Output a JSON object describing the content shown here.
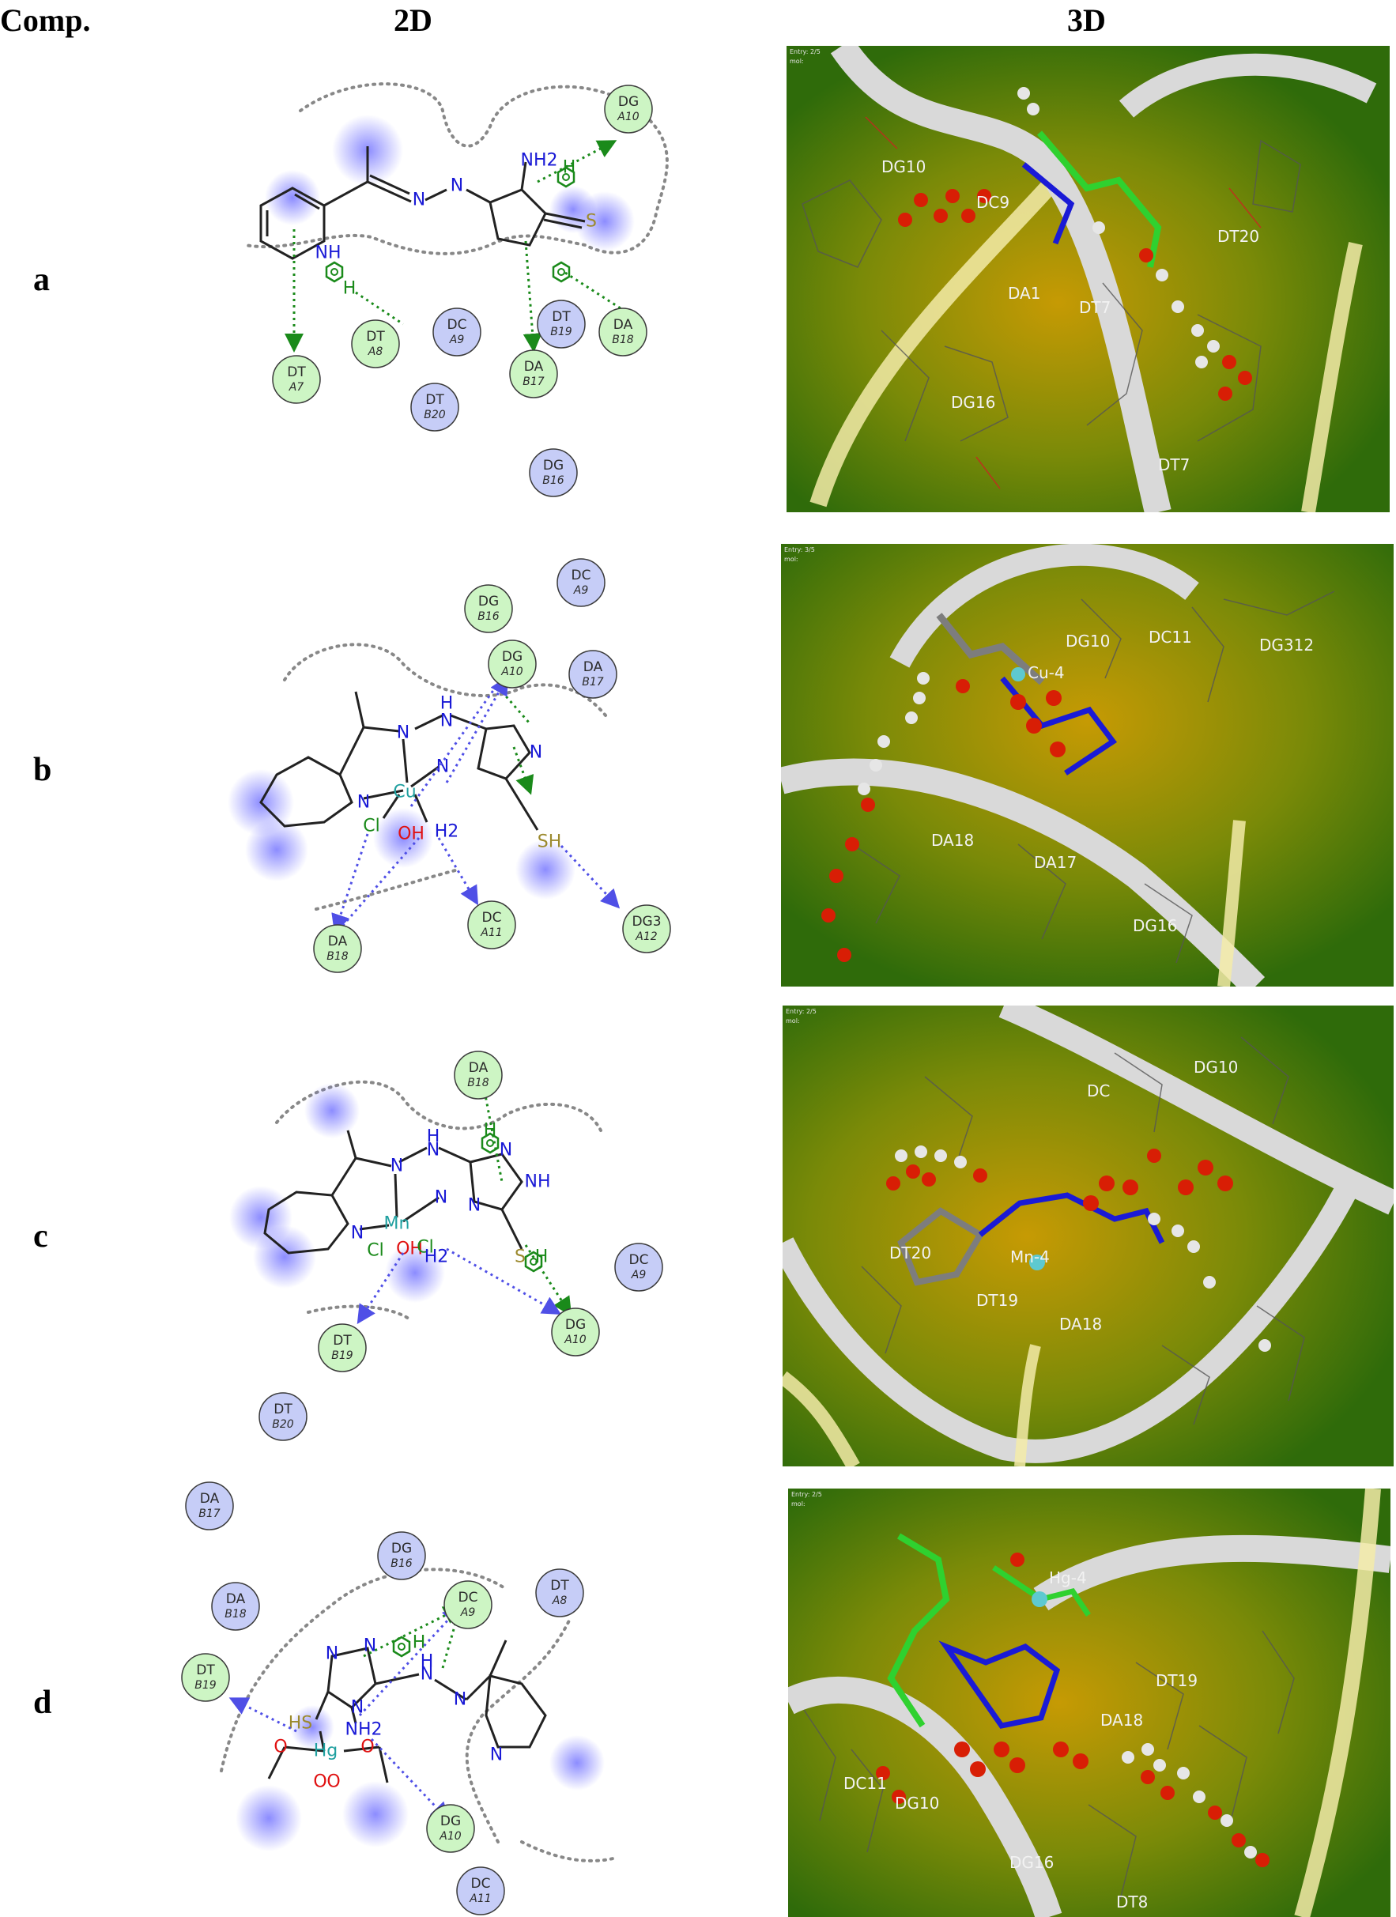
{
  "header": {
    "col_comp": "Comp.",
    "col_2d": "2D",
    "col_3d": "3D"
  },
  "rows": [
    {
      "label": "a",
      "residues": [
        {
          "name": "DG",
          "num": "A10"
        },
        {
          "name": "DT",
          "num": "A7"
        },
        {
          "name": "DT",
          "num": "A8"
        },
        {
          "name": "DC",
          "num": "A9"
        },
        {
          "name": "DT",
          "num": "B19"
        },
        {
          "name": "DA",
          "num": "B18"
        },
        {
          "name": "DA",
          "num": "B17"
        },
        {
          "name": "DT",
          "num": "B20"
        },
        {
          "name": "DG",
          "num": "B16"
        }
      ],
      "atoms": {
        "nh2": "NH2",
        "nh": "NH",
        "s": "S",
        "h": "H",
        "n": "N"
      },
      "view3d": {
        "entry": "Entry: 2/5",
        "mol": "mol:",
        "labels": [
          "DG10",
          "DC9",
          "DA1",
          "DT7",
          "DT20",
          "DG16",
          "DT7"
        ]
      }
    },
    {
      "label": "b",
      "residues": [
        {
          "name": "DC",
          "num": "A9"
        },
        {
          "name": "DG",
          "num": "B16"
        },
        {
          "name": "DG",
          "num": "A10"
        },
        {
          "name": "DA",
          "num": "B17"
        },
        {
          "name": "DA",
          "num": "B18"
        },
        {
          "name": "DC",
          "num": "A11"
        },
        {
          "name": "DG3",
          "num": "A12"
        }
      ],
      "atoms": {
        "metal": "Cu",
        "cl": "Cl",
        "oh": "OH",
        "nh2": "H2",
        "sh": "SH",
        "h": "H",
        "n": "N"
      },
      "view3d": {
        "entry": "Entry: 3/5",
        "mol": "mol:",
        "labels": [
          "DG10",
          "DC11",
          "DG312",
          "Cu-4",
          "DA18",
          "DA17",
          "DG16"
        ]
      }
    },
    {
      "label": "c",
      "residues": [
        {
          "name": "DA",
          "num": "B18"
        },
        {
          "name": "DC",
          "num": "A9"
        },
        {
          "name": "DT",
          "num": "B19"
        },
        {
          "name": "DG",
          "num": "A10"
        },
        {
          "name": "DT",
          "num": "B20"
        }
      ],
      "atoms": {
        "metal": "Mn",
        "cl": "Cl",
        "cl2": "Cl",
        "oh": "OH",
        "nh2": "H2",
        "nh": "NH",
        "s": "S",
        "h": "H",
        "n": "N"
      },
      "view3d": {
        "entry": "Entry: 2/5",
        "mol": "mol:",
        "labels": [
          "DG10",
          "DC",
          "DT20",
          "Mn-4",
          "DT19",
          "DA18"
        ]
      }
    },
    {
      "label": "d",
      "residues": [
        {
          "name": "DA",
          "num": "B17"
        },
        {
          "name": "DG",
          "num": "B16"
        },
        {
          "name": "DA",
          "num": "B18"
        },
        {
          "name": "DC",
          "num": "A9"
        },
        {
          "name": "DT",
          "num": "A8"
        },
        {
          "name": "DT",
          "num": "B19"
        },
        {
          "name": "DG",
          "num": "A10"
        },
        {
          "name": "DC",
          "num": "A11"
        }
      ],
      "atoms": {
        "metal": "Hg",
        "hs": "HS",
        "nh2": "NH2",
        "o": "O",
        "h": "H",
        "n": "N"
      },
      "view3d": {
        "entry": "Entry: 2/5",
        "mol": "mol:",
        "labels": [
          "Hg-4",
          "DT19",
          "DA18",
          "DC11",
          "DG10",
          "DG16",
          "DT8"
        ]
      }
    }
  ],
  "colors": {
    "hbond_green": "#1a8a1a",
    "metal_blue": "#4f4fe6",
    "exposure": "#6666ff",
    "residue_green": "#cdf5c4",
    "residue_blue": "#c6cdf7",
    "n_blue": "#1a1ad6",
    "s_gold": "#9c8a2e",
    "cl_green": "#1b8a1b",
    "o_red": "#e01010",
    "metal_teal": "#20a0a0",
    "bg3d_dark": "#2f6b0a",
    "bg3d_mid": "#7a8a08",
    "bg3d_core": "#c69a04"
  },
  "icons": {
    "arene": "benzene-ring-icon"
  }
}
